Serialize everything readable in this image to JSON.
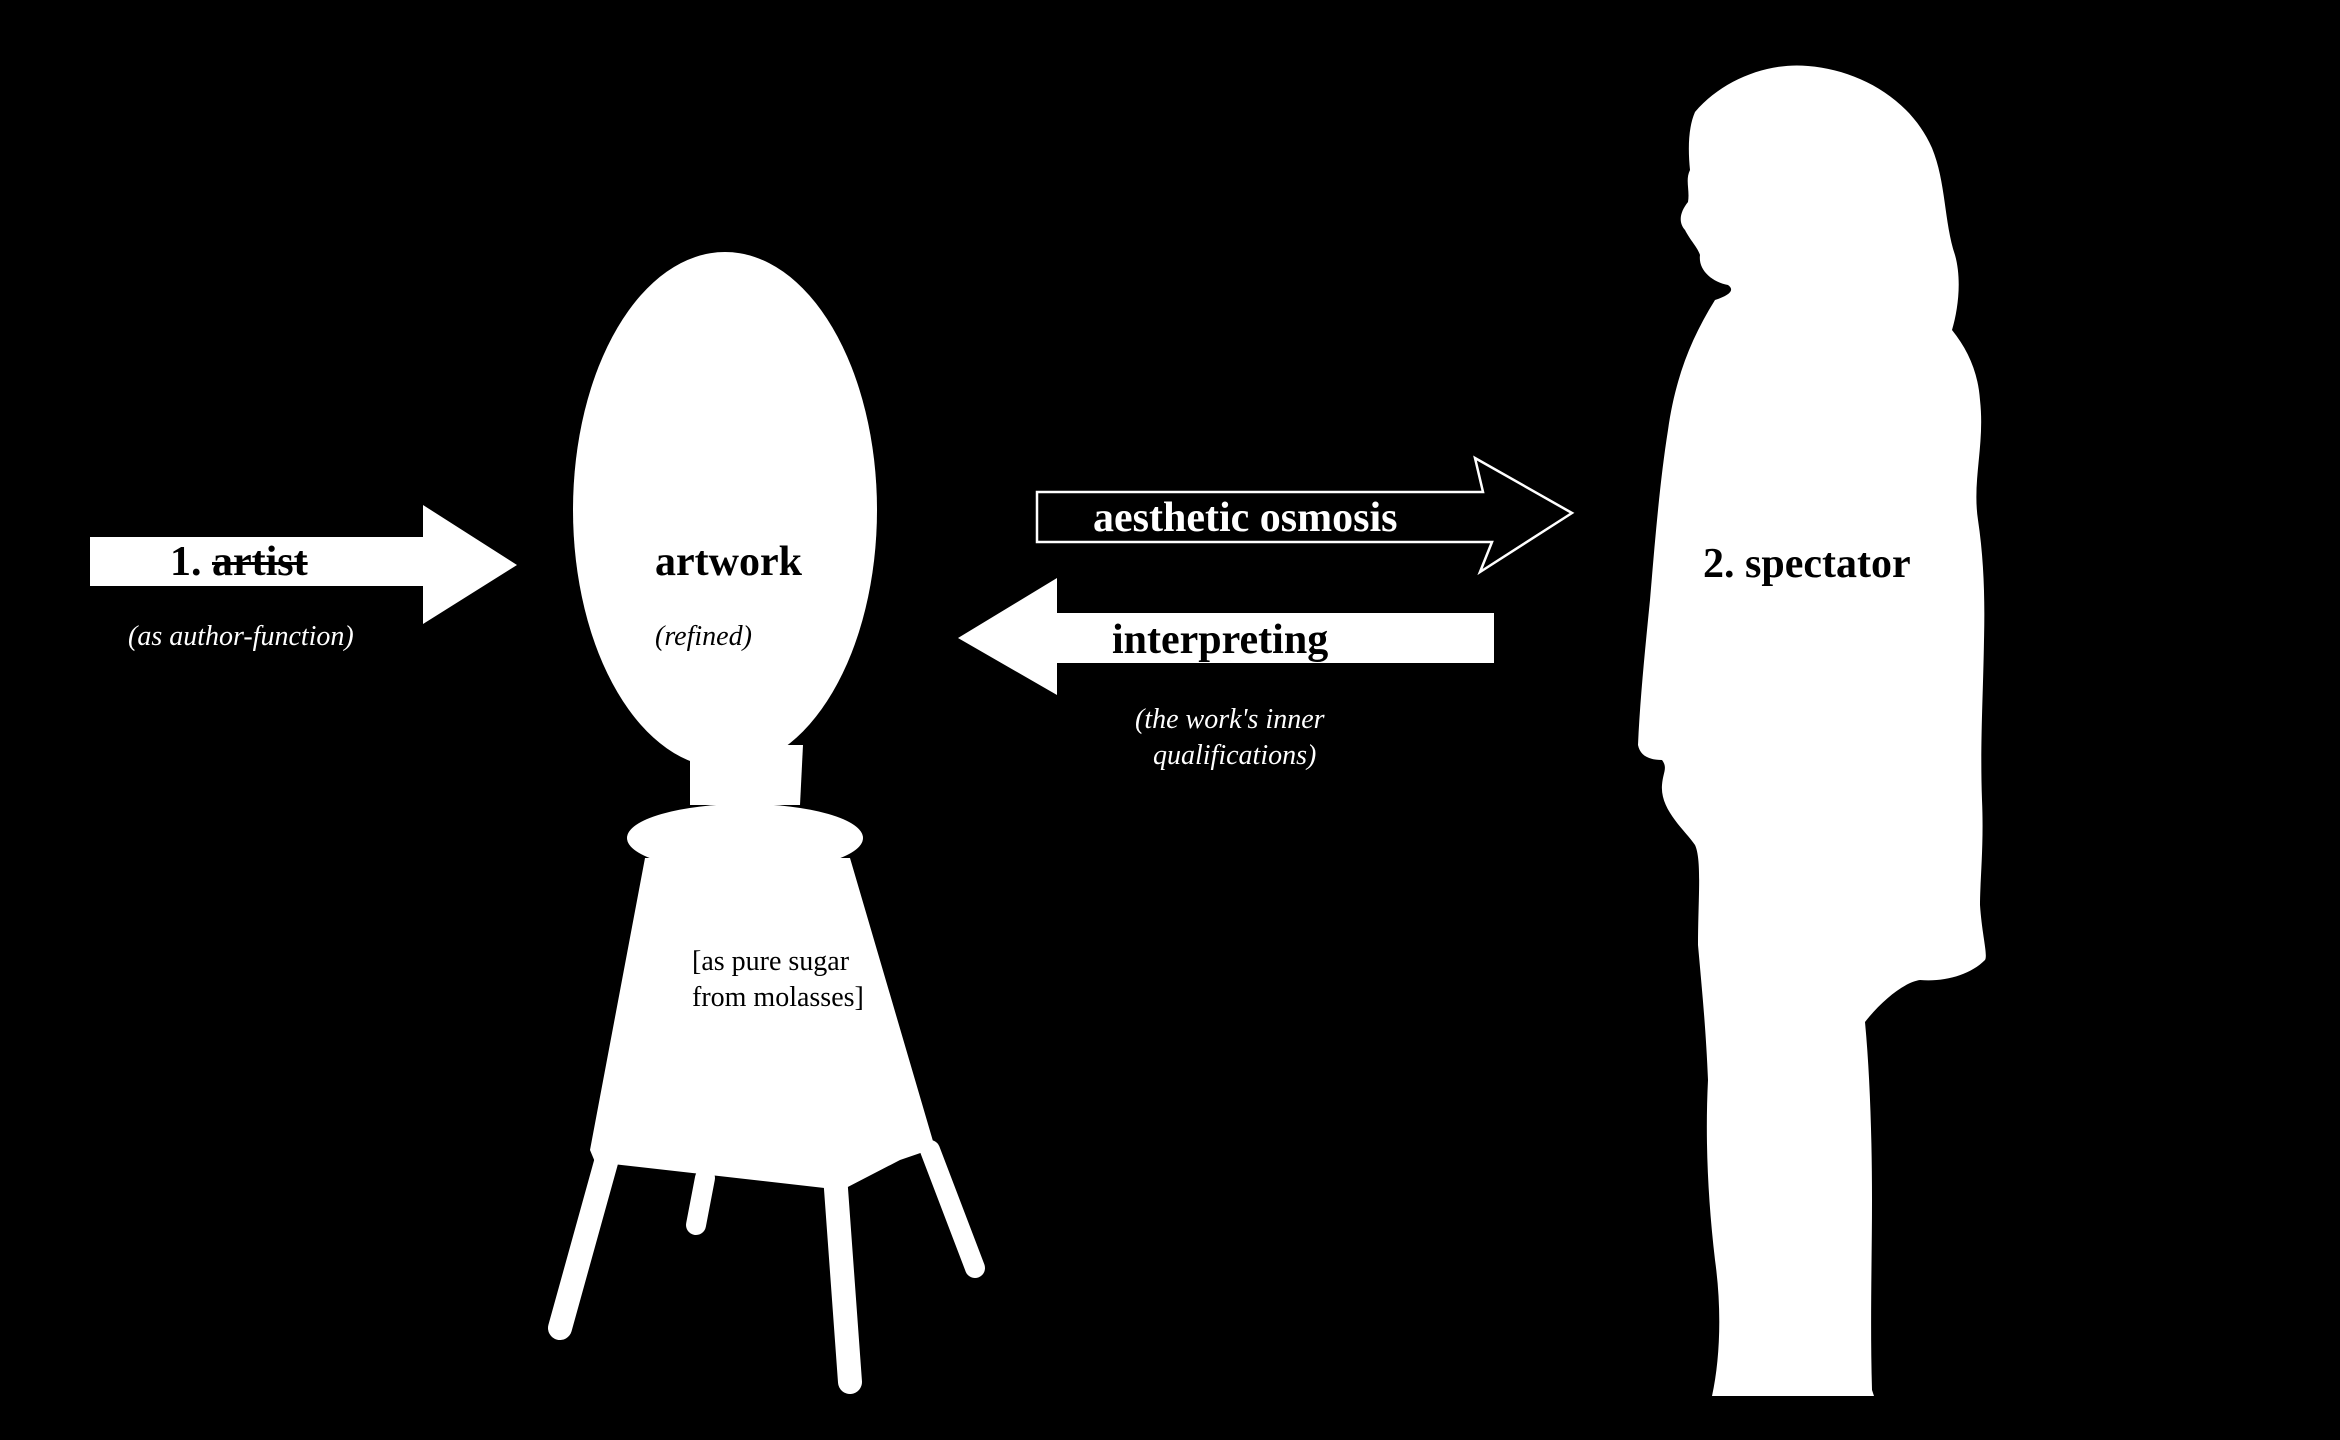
{
  "artist": {
    "number": "1.",
    "name": "artist",
    "note": "(as author-function)"
  },
  "artwork": {
    "title": "artwork",
    "note": "(refined)",
    "material_line1": "[as pure sugar",
    "material_line2": "from molasses]"
  },
  "flows": {
    "forward": "aesthetic osmosis",
    "backward": "interpreting",
    "backward_note_line1": "(the work's inner",
    "backward_note_line2": "qualifications)"
  },
  "spectator": {
    "label": "2. spectator"
  },
  "colors": {
    "background": "#000000",
    "shape": "#ffffff",
    "text_on_shape": "#000000",
    "text_on_background": "#ffffff"
  }
}
